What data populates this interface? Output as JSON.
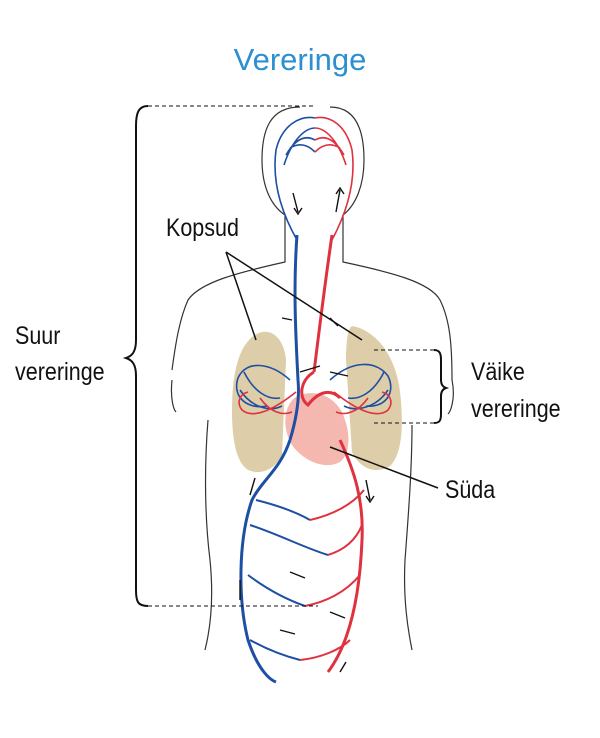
{
  "title": "Vereringe",
  "labels": {
    "lungs": "Kopsud",
    "systemic_line1": "Suur",
    "systemic_line2": "vereringe",
    "pulmonary_line1": "Väike",
    "pulmonary_line2": "vereringe",
    "heart": "Süda"
  },
  "colors": {
    "title": "#2b8fd0",
    "artery": "#e0313f",
    "vein": "#1d4fa3",
    "lung": "#d8c49a",
    "heart": "#f4b8b0",
    "outline": "#333333"
  }
}
